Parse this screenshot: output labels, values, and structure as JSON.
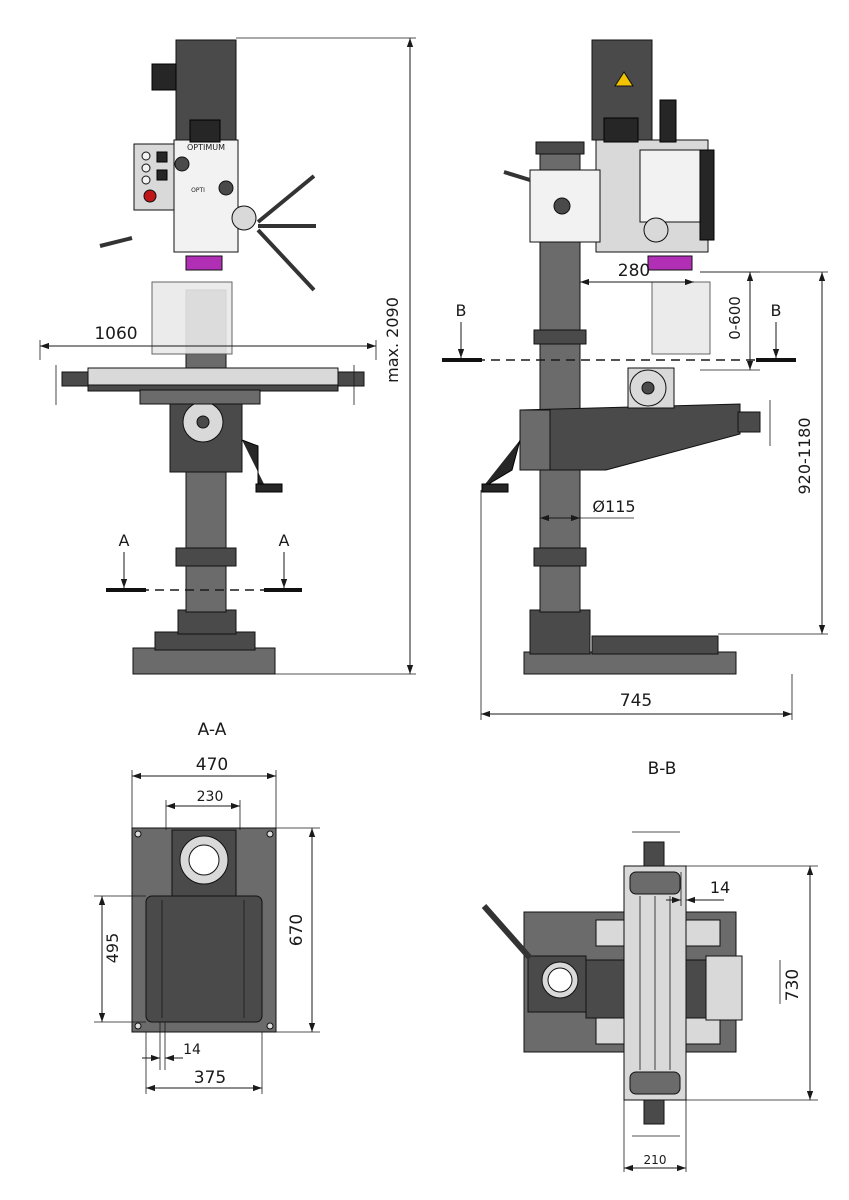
{
  "dimensions": {
    "front_view": {
      "table_width": "1060",
      "total_height": "max. 2090",
      "section_marker_left": "A",
      "section_marker_right": "A"
    },
    "side_view": {
      "spindle_to_column": "280",
      "quill_stroke": "0-600",
      "column_diameter": "Ø115",
      "table_height_range": "920-1180",
      "base_length": "745",
      "section_marker_left": "B",
      "section_marker_right": "B"
    },
    "section_a": {
      "title": "A-A",
      "width_outer": "470",
      "width_inner": "230",
      "depth_outer": "670",
      "depth_inner": "495",
      "slot_width": "14",
      "slot_span": "375"
    },
    "section_b": {
      "title": "B-B",
      "slot_width": "14",
      "table_length": "730",
      "table_width": "210"
    }
  },
  "labels": {
    "brand": "OPTIMUM",
    "model": "OPTI"
  },
  "colors": {
    "line": "#1a1a1a",
    "machine_dark": "#4a4a4a",
    "machine_light": "#d9d9d9",
    "accent_magenta": "#b12fb5",
    "warning_yellow": "#f2c300"
  },
  "icons": [
    "warning-triangle-icon",
    "emergency-stop-icon"
  ]
}
